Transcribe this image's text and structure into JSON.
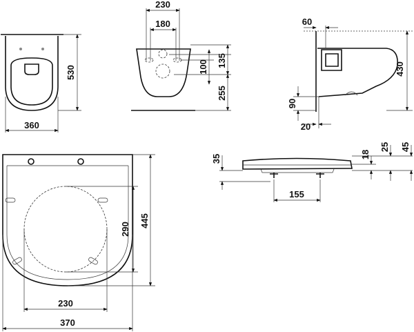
{
  "dimensions": {
    "top_view": {
      "depth": "530",
      "width": "360"
    },
    "front_view": {
      "outer_spacing": "230",
      "inner_spacing": "180",
      "hole_offset": "100",
      "upper_height": "135",
      "lower_height": "255"
    },
    "side_view": {
      "wall_offset": "60",
      "height": "430",
      "low_height": "90",
      "gap": "20"
    },
    "seat_top": {
      "length": "445",
      "inner_length": "290",
      "inner_width": "230",
      "width": "370"
    },
    "seat_side": {
      "base_height": "35",
      "hinge_spacing": "155",
      "h1": "18",
      "h2": "25",
      "h3": "45"
    }
  },
  "colors": {
    "line": "#111111"
  }
}
